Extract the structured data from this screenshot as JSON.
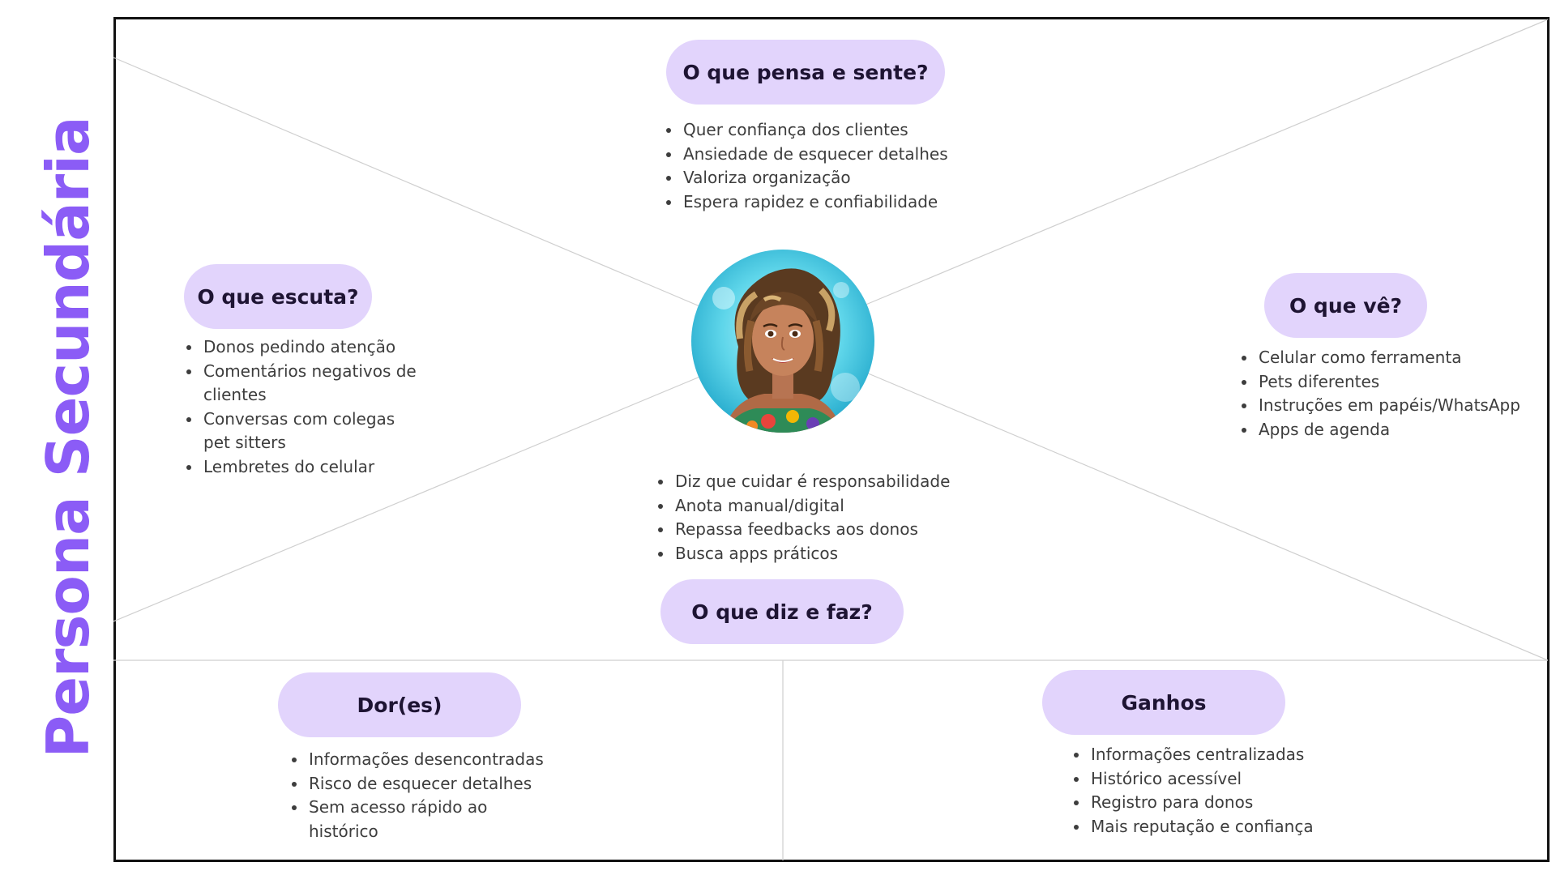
{
  "title": "Persona Secundária",
  "colors": {
    "accent": "#8b5cf6",
    "pill": "#e2d4fc",
    "frame": "#111111"
  },
  "thinks_feels": {
    "label": "O que pensa e sente?",
    "items": [
      "Quer confiança dos clientes",
      "Ansiedade de esquecer detalhes",
      "Valoriza organização",
      "Espera rapidez e confiabilidade"
    ]
  },
  "hears": {
    "label": "O que escuta?",
    "items": [
      "Donos pedindo atenção",
      "Comentários negativos de clientes",
      "Conversas com colegas pet sitters",
      "Lembretes do celular"
    ]
  },
  "sees": {
    "label": "O que vê?",
    "items": [
      "Celular como ferramenta",
      "Pets diferentes",
      "Instruções em papéis/WhatsApp",
      "Apps de agenda"
    ]
  },
  "says_does": {
    "label": "O que diz e faz?",
    "items": [
      "Diz que cuidar é responsabilidade",
      "Anota manual/digital",
      "Repassa feedbacks aos donos",
      "Busca apps práticos"
    ]
  },
  "pains": {
    "label": "Dor(es)",
    "items": [
      "Informações desencontradas",
      "Risco de esquecer detalhes",
      "Sem acesso rápido ao histórico"
    ]
  },
  "gains": {
    "label": "Ganhos",
    "items": [
      "Informações centralizadas",
      "Histórico acessível",
      "Registro para donos",
      "Mais reputação e confiança"
    ]
  },
  "avatar": {
    "icon": "persona-avatar"
  }
}
